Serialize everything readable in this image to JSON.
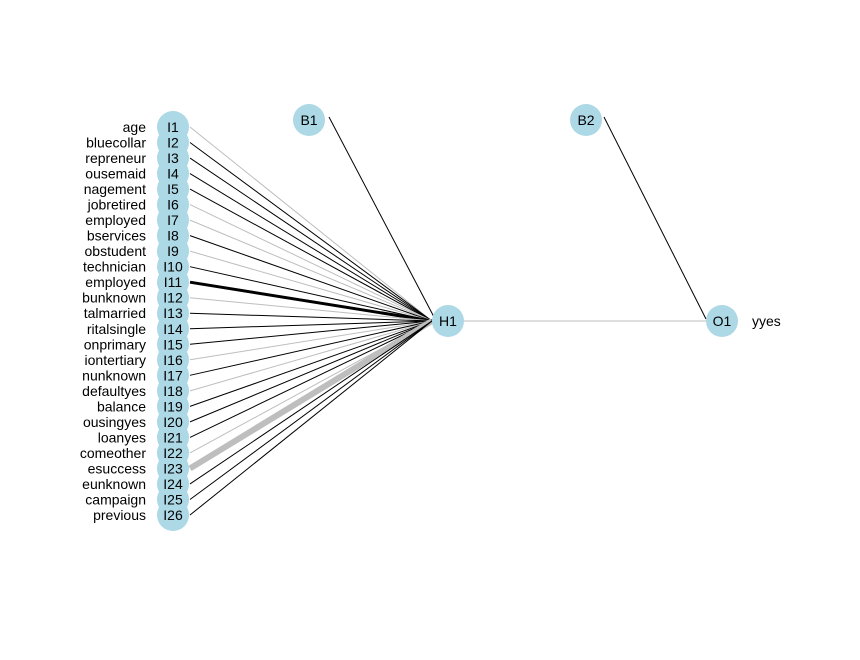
{
  "inputs": [
    {
      "id": "I1",
      "label": "age",
      "color": "#bebebe",
      "weight": 1
    },
    {
      "id": "I2",
      "label": "bluecollar",
      "color": "#000000",
      "weight": 1
    },
    {
      "id": "I3",
      "label": "repreneur",
      "color": "#000000",
      "weight": 1
    },
    {
      "id": "I4",
      "label": "ousemaid",
      "color": "#000000",
      "weight": 1
    },
    {
      "id": "I5",
      "label": "nagement",
      "color": "#000000",
      "weight": 1
    },
    {
      "id": "I6",
      "label": "jobretired",
      "color": "#bebebe",
      "weight": 1
    },
    {
      "id": "I7",
      "label": "employed",
      "color": "#bebebe",
      "weight": 1
    },
    {
      "id": "I8",
      "label": "bservices",
      "color": "#000000",
      "weight": 1
    },
    {
      "id": "I9",
      "label": "obstudent",
      "color": "#bebebe",
      "weight": 1
    },
    {
      "id": "I10",
      "label": "technician",
      "color": "#000000",
      "weight": 1
    },
    {
      "id": "I11",
      "label": "employed",
      "color": "#000000",
      "weight": 3
    },
    {
      "id": "I12",
      "label": "bunknown",
      "color": "#bebebe",
      "weight": 1
    },
    {
      "id": "I13",
      "label": "talmarried",
      "color": "#000000",
      "weight": 1
    },
    {
      "id": "I14",
      "label": "ritalsingle",
      "color": "#000000",
      "weight": 1
    },
    {
      "id": "I15",
      "label": "onprimary",
      "color": "#000000",
      "weight": 1
    },
    {
      "id": "I16",
      "label": "iontertiary",
      "color": "#bebebe",
      "weight": 1
    },
    {
      "id": "I17",
      "label": "nunknown",
      "color": "#000000",
      "weight": 1
    },
    {
      "id": "I18",
      "label": "defaultyes",
      "color": "#bebebe",
      "weight": 1
    },
    {
      "id": "I19",
      "label": "balance",
      "color": "#000000",
      "weight": 1
    },
    {
      "id": "I20",
      "label": "ousingyes",
      "color": "#000000",
      "weight": 1
    },
    {
      "id": "I21",
      "label": "loanyes",
      "color": "#000000",
      "weight": 1
    },
    {
      "id": "I22",
      "label": "comeother",
      "color": "#bebebe",
      "weight": 1
    },
    {
      "id": "I23",
      "label": "esuccess",
      "color": "#bebebe",
      "weight": 6
    },
    {
      "id": "I24",
      "label": "eunknown",
      "color": "#000000",
      "weight": 1
    },
    {
      "id": "I25",
      "label": "campaign",
      "color": "#000000",
      "weight": 1
    },
    {
      "id": "I26",
      "label": "previous",
      "color": "#000000",
      "weight": 1
    }
  ],
  "hidden": {
    "id": "H1"
  },
  "bias": [
    {
      "id": "B1",
      "color": "#000000"
    },
    {
      "id": "B2",
      "color": "#000000"
    }
  ],
  "output": {
    "id": "O1",
    "label": "yyes",
    "link_color": "#bebebe"
  },
  "node_color": "#add8e6"
}
